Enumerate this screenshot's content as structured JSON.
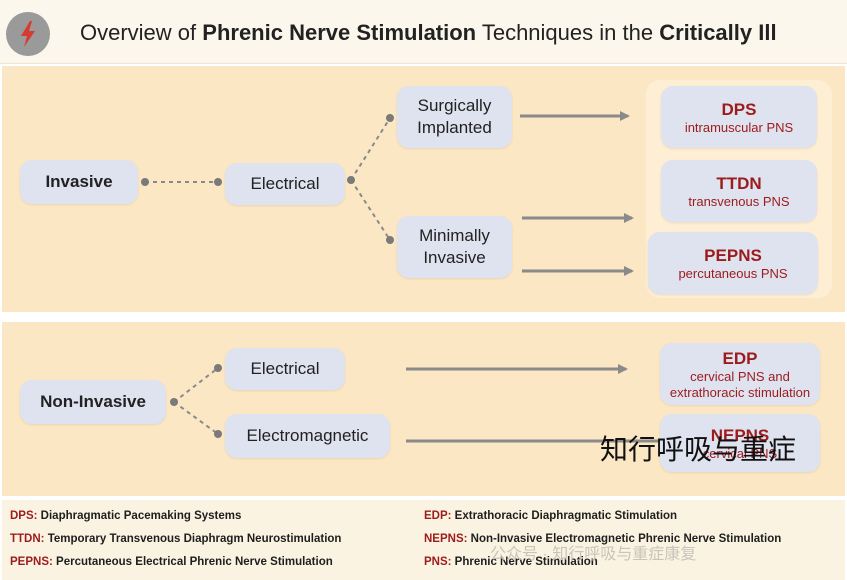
{
  "header": {
    "title_prefix": "Overview of ",
    "title_strong1": "Phrenic Nerve Stimulation",
    "title_middle": " Techniques in the ",
    "title_strong2": "Critically Ill",
    "logo_icon": "lightning-bolt-icon",
    "logo_color": "#d63b2f"
  },
  "invasive": {
    "root": "Invasive",
    "method": "Electrical",
    "branch_surgical": "Surgically\nImplanted",
    "branch_minimal": "Minimally\nInvasive"
  },
  "noninvasive": {
    "root": "Non-Invasive",
    "method_electrical": "Electrical",
    "method_electromagnetic": "Electromagnetic"
  },
  "outputs": {
    "dps": {
      "abbr": "DPS",
      "desc": "intramuscular PNS"
    },
    "ttdn": {
      "abbr": "TTDN",
      "desc": "transvenous PNS"
    },
    "pepns": {
      "abbr": "PEPNS",
      "desc": "percutaneous PNS"
    },
    "edp": {
      "abbr": "EDP",
      "desc": "cervical PNS and\nextrathoracic stimulation"
    },
    "nepns": {
      "abbr": "NEPNS",
      "desc": "cervical PNS"
    }
  },
  "legend": [
    {
      "key": "DPS:",
      "text": " Diaphragmatic Pacemaking Systems"
    },
    {
      "key": "TTDN:",
      "text": " Temporary Transvenous Diaphragm Neurostimulation"
    },
    {
      "key": "PEPNS:",
      "text": " Percutaneous Electrical Phrenic Nerve Stimulation"
    },
    {
      "key": "EDP:",
      "text": " Extrathoracic Diaphragmatic Stimulation"
    },
    {
      "key": "NEPNS:",
      "text": " Non-Invasive Electromagnetic Phrenic Nerve Stimulation"
    },
    {
      "key": "PNS:",
      "text": " Phrenic Nerve Stimulation"
    }
  ],
  "watermark": {
    "main": "知行呼吸与重症",
    "sub": "公众号 · 知行呼吸与重症康复"
  },
  "colors": {
    "panel": "#fbe7c4",
    "node": "#dfe2ef",
    "accent": "#9c1b1b",
    "arrow": "#8a8a8a"
  }
}
